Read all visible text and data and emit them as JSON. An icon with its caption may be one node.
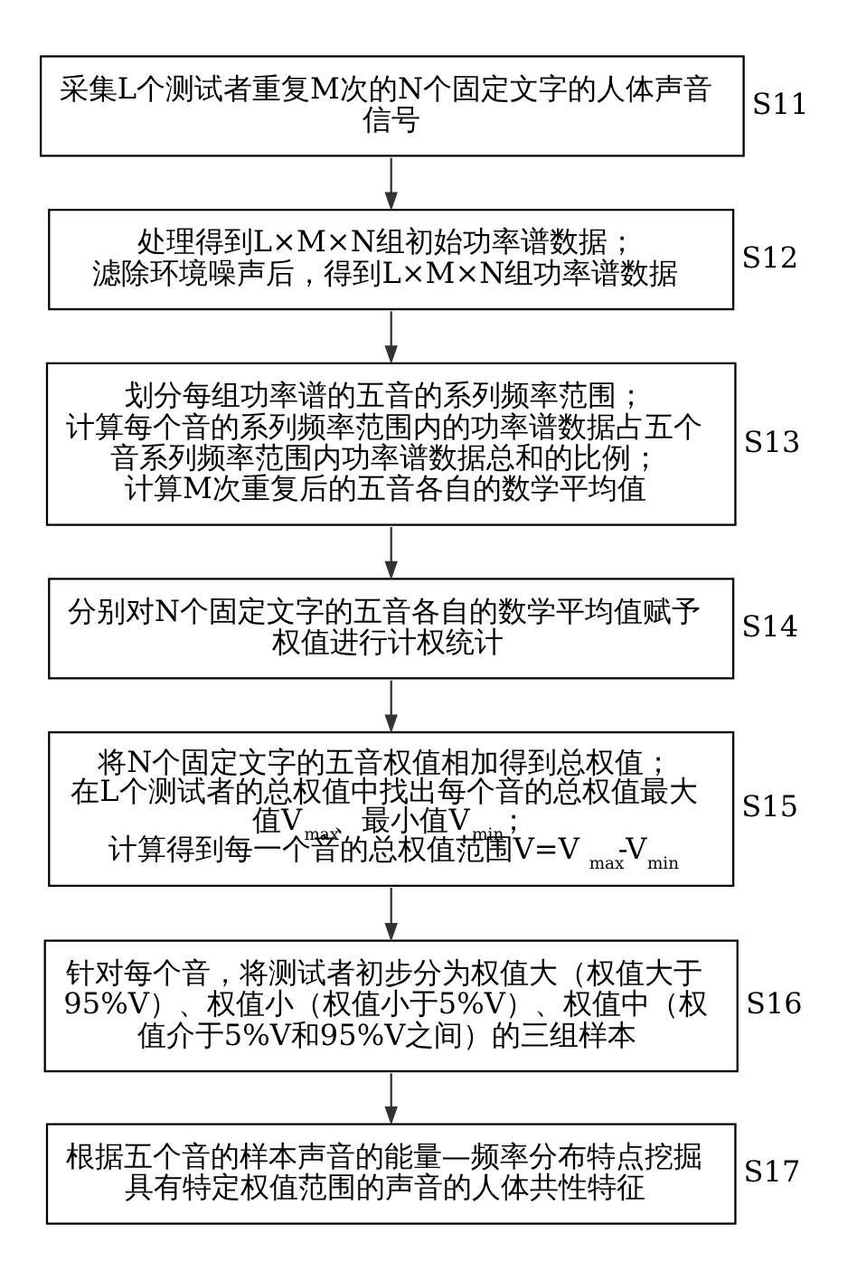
{
  "diagram": {
    "nodes": [
      {
        "text": [
          "采集L个测试者重复M次的N个固定文字的人体声音信号"
        ],
        "beside": [
          "S11"
        ]
      },
      {
        "text": [
          "处理得到L×M×N组初始功率谱数据；",
          "滤除环境噪声后，得到L×M×N组功率谱数据"
        ],
        "beside": [
          "S12"
        ]
      },
      {
        "text": [
          "划分每组功率谱的五音的系列频率范围；",
          "计算每个音的系列频率范围内的功率谱数据占五个音系列频率范围内功率谱数据总和的比例；",
          "计算M次重复后的五音各自的数学平均值"
        ],
        "beside": [
          "S13"
        ]
      },
      {
        "text": [
          "分别对N个固定文字的五音各自的数学平均值赋予权值进行计权统计"
        ],
        "beside": [
          "S14"
        ]
      },
      {
        "text": [
          "将N个固定文字的五音权值相加得到总权值；",
          "在L个测试者的总权值中找出每个音的总权值最大值V$_{max}$、最小值V$_{min}$；",
          "计算得到每一个音的总权值范围V=V$_{max}$-V$_{min}$"
        ],
        "beside": [
          "S15"
        ]
      },
      {
        "text": [
          "针对每个音，将测试者初步分为权值大（权值大于95%V）、权值小（权值小于5%V）、权值中（权值介于5%V和95%V之间）的三组样本"
        ],
        "beside": [
          "S16"
        ]
      },
      {
        "text": [
          "根据五个音的样本声音的能量—频率分布特点挖掘具有特定权值范围的声音的人体共性特征"
        ],
        "beside": [
          "S17"
        ]
      }
    ],
    "edges": [
      {
        "from": 0,
        "to": 1,
        "arrow": "to"
      },
      {
        "from": 1,
        "to": 2,
        "arrow": "to"
      },
      {
        "from": 2,
        "to": 3,
        "arrow": "to"
      },
      {
        "from": 3,
        "to": 4,
        "arrow": "to"
      },
      {
        "from": 4,
        "to": 5,
        "arrow": "to"
      },
      {
        "from": 5,
        "to": 6,
        "arrow": "to"
      }
    ]
  }
}
